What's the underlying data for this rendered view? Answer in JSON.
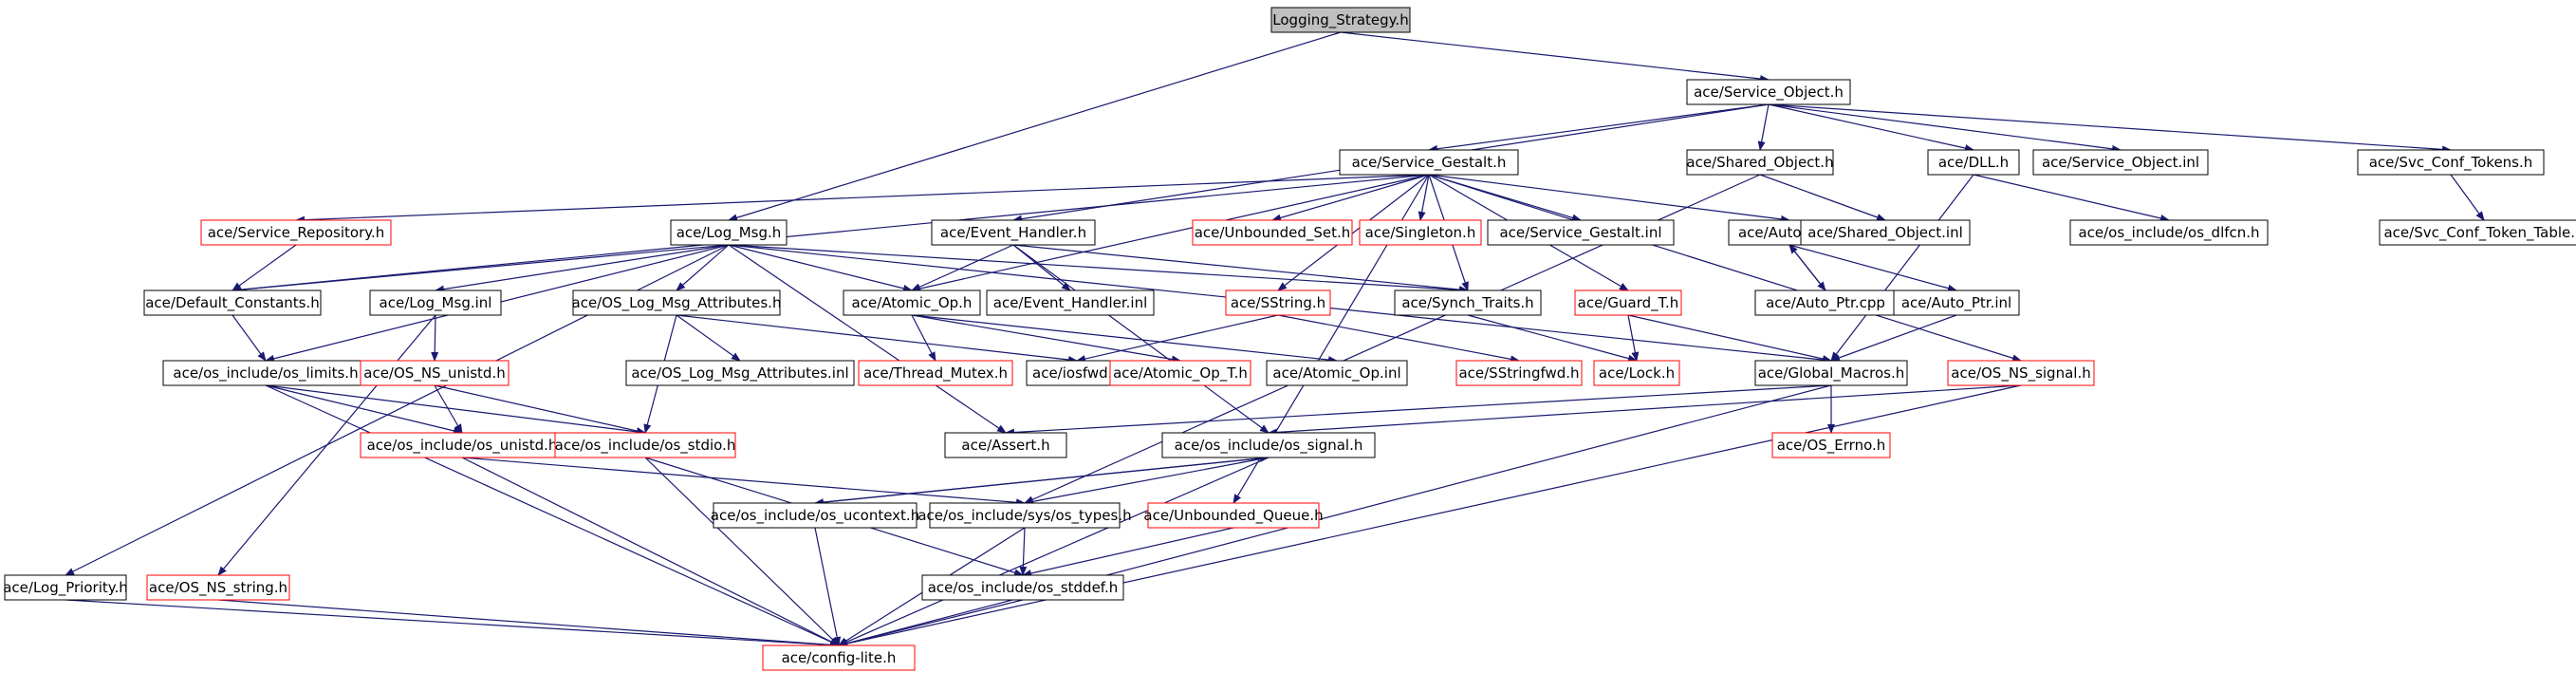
{
  "colors": {
    "edge": "#191970",
    "border_normal": "#000000",
    "border_missing": "#ff0000",
    "root_fill": "#bfbfbf",
    "node_fill": "#ffffff"
  },
  "nodes": [
    {
      "id": "logging_strategy",
      "label": "Logging_Strategy.h",
      "kind": "root"
    },
    {
      "id": "service_object",
      "label": "ace/Service_Object.h",
      "kind": "normal"
    },
    {
      "id": "service_gestalt",
      "label": "ace/Service_Gestalt.h",
      "kind": "normal"
    },
    {
      "id": "shared_object",
      "label": "ace/Shared_Object.h",
      "kind": "normal"
    },
    {
      "id": "dll",
      "label": "ace/DLL.h",
      "kind": "normal"
    },
    {
      "id": "service_object_inl",
      "label": "ace/Service_Object.inl",
      "kind": "normal"
    },
    {
      "id": "svc_conf_tokens",
      "label": "ace/Svc_Conf_Tokens.h",
      "kind": "normal"
    },
    {
      "id": "service_repository",
      "label": "ace/Service_Repository.h",
      "kind": "missing"
    },
    {
      "id": "log_msg",
      "label": "ace/Log_Msg.h",
      "kind": "normal"
    },
    {
      "id": "event_handler",
      "label": "ace/Event_Handler.h",
      "kind": "normal"
    },
    {
      "id": "unbounded_set",
      "label": "ace/Unbounded_Set.h",
      "kind": "missing"
    },
    {
      "id": "singleton",
      "label": "ace/Singleton.h",
      "kind": "missing"
    },
    {
      "id": "service_gestalt_inl",
      "label": "ace/Service_Gestalt.inl",
      "kind": "normal"
    },
    {
      "id": "auto_ptr",
      "label": "ace/Auto_Ptr.h",
      "kind": "normal"
    },
    {
      "id": "shared_object_inl",
      "label": "ace/Shared_Object.inl",
      "kind": "normal"
    },
    {
      "id": "os_dlfcn",
      "label": "ace/os_include/os_dlfcn.h",
      "kind": "normal"
    },
    {
      "id": "svc_conf_token_table",
      "label": "ace/Svc_Conf_Token_Table.h",
      "kind": "normal"
    },
    {
      "id": "default_constants",
      "label": "ace/Default_Constants.h",
      "kind": "normal"
    },
    {
      "id": "log_msg_inl",
      "label": "ace/Log_Msg.inl",
      "kind": "normal"
    },
    {
      "id": "os_log_msg_attributes",
      "label": "ace/OS_Log_Msg_Attributes.h",
      "kind": "normal"
    },
    {
      "id": "atomic_op",
      "label": "ace/Atomic_Op.h",
      "kind": "normal"
    },
    {
      "id": "event_handler_inl",
      "label": "ace/Event_Handler.inl",
      "kind": "normal"
    },
    {
      "id": "sstring",
      "label": "ace/SString.h",
      "kind": "missing"
    },
    {
      "id": "synch_traits",
      "label": "ace/Synch_Traits.h",
      "kind": "normal"
    },
    {
      "id": "guard_t",
      "label": "ace/Guard_T.h",
      "kind": "missing"
    },
    {
      "id": "auto_ptr_cpp",
      "label": "ace/Auto_Ptr.cpp",
      "kind": "normal"
    },
    {
      "id": "auto_ptr_inl",
      "label": "ace/Auto_Ptr.inl",
      "kind": "normal"
    },
    {
      "id": "os_limits",
      "label": "ace/os_include/os_limits.h",
      "kind": "normal"
    },
    {
      "id": "os_ns_unistd",
      "label": "ace/OS_NS_unistd.h",
      "kind": "missing"
    },
    {
      "id": "os_log_msg_attributes_inl",
      "label": "ace/OS_Log_Msg_Attributes.inl",
      "kind": "normal"
    },
    {
      "id": "thread_mutex",
      "label": "ace/Thread_Mutex.h",
      "kind": "missing"
    },
    {
      "id": "iosfwd",
      "label": "ace/iosfwd.h",
      "kind": "normal"
    },
    {
      "id": "atomic_op_t",
      "label": "ace/Atomic_Op_T.h",
      "kind": "missing"
    },
    {
      "id": "atomic_op_inl",
      "label": "ace/Atomic_Op.inl",
      "kind": "normal"
    },
    {
      "id": "sstringfwd",
      "label": "ace/SStringfwd.h",
      "kind": "missing"
    },
    {
      "id": "lock",
      "label": "ace/Lock.h",
      "kind": "missing"
    },
    {
      "id": "global_macros",
      "label": "ace/Global_Macros.h",
      "kind": "normal"
    },
    {
      "id": "os_ns_signal",
      "label": "ace/OS_NS_signal.h",
      "kind": "missing"
    },
    {
      "id": "os_unistd",
      "label": "ace/os_include/os_unistd.h",
      "kind": "missing"
    },
    {
      "id": "os_stdio",
      "label": "ace/os_include/os_stdio.h",
      "kind": "missing"
    },
    {
      "id": "assert",
      "label": "ace/Assert.h",
      "kind": "normal"
    },
    {
      "id": "os_signal",
      "label": "ace/os_include/os_signal.h",
      "kind": "normal"
    },
    {
      "id": "os_errno",
      "label": "ace/OS_Errno.h",
      "kind": "missing"
    },
    {
      "id": "os_ucontext",
      "label": "ace/os_include/os_ucontext.h",
      "kind": "normal"
    },
    {
      "id": "os_types",
      "label": "ace/os_include/sys/os_types.h",
      "kind": "normal"
    },
    {
      "id": "unbounded_queue",
      "label": "ace/Unbounded_Queue.h",
      "kind": "missing"
    },
    {
      "id": "log_priority",
      "label": "ace/Log_Priority.h",
      "kind": "normal"
    },
    {
      "id": "os_ns_string",
      "label": "ace/OS_NS_string.h",
      "kind": "missing"
    },
    {
      "id": "os_stddef",
      "label": "ace/os_include/os_stddef.h",
      "kind": "normal"
    },
    {
      "id": "config_lite",
      "label": "ace/config-lite.h",
      "kind": "missing"
    }
  ],
  "edges": [
    [
      "logging_strategy",
      "service_object"
    ],
    [
      "logging_strategy",
      "log_msg"
    ],
    [
      "service_object",
      "service_gestalt"
    ],
    [
      "service_object",
      "shared_object"
    ],
    [
      "service_object",
      "dll"
    ],
    [
      "service_object",
      "service_object_inl"
    ],
    [
      "service_object",
      "svc_conf_tokens"
    ],
    [
      "service_object",
      "event_handler"
    ],
    [
      "service_gestalt",
      "service_repository"
    ],
    [
      "service_gestalt",
      "default_constants"
    ],
    [
      "service_gestalt",
      "unbounded_set"
    ],
    [
      "service_gestalt",
      "singleton"
    ],
    [
      "service_gestalt",
      "service_gestalt_inl"
    ],
    [
      "service_gestalt",
      "auto_ptr"
    ],
    [
      "service_gestalt",
      "atomic_op"
    ],
    [
      "service_gestalt",
      "sstring"
    ],
    [
      "service_gestalt",
      "synch_traits"
    ],
    [
      "service_gestalt",
      "guard_t"
    ],
    [
      "service_gestalt",
      "os_ns_signal"
    ],
    [
      "service_gestalt",
      "unbounded_queue"
    ],
    [
      "shared_object",
      "shared_object_inl"
    ],
    [
      "shared_object",
      "os_types"
    ],
    [
      "dll",
      "os_dlfcn"
    ],
    [
      "dll",
      "global_macros"
    ],
    [
      "svc_conf_tokens",
      "svc_conf_token_table"
    ],
    [
      "service_repository",
      "default_constants"
    ],
    [
      "log_msg",
      "default_constants"
    ],
    [
      "log_msg",
      "log_msg_inl"
    ],
    [
      "log_msg",
      "os_log_msg_attributes"
    ],
    [
      "log_msg",
      "atomic_op"
    ],
    [
      "log_msg",
      "synch_traits"
    ],
    [
      "log_msg",
      "global_macros"
    ],
    [
      "log_msg",
      "os_limits"
    ],
    [
      "log_msg",
      "log_priority"
    ],
    [
      "log_msg",
      "assert"
    ],
    [
      "event_handler",
      "atomic_op"
    ],
    [
      "event_handler",
      "event_handler_inl"
    ],
    [
      "event_handler",
      "synch_traits"
    ],
    [
      "event_handler",
      "os_signal"
    ],
    [
      "default_constants",
      "os_limits"
    ],
    [
      "log_msg_inl",
      "os_ns_unistd"
    ],
    [
      "log_msg_inl",
      "os_ns_string"
    ],
    [
      "os_log_msg_attributes",
      "os_log_msg_attributes_inl"
    ],
    [
      "os_log_msg_attributes",
      "os_stdio"
    ],
    [
      "os_log_msg_attributes",
      "iosfwd"
    ],
    [
      "atomic_op",
      "thread_mutex"
    ],
    [
      "atomic_op",
      "atomic_op_t"
    ],
    [
      "atomic_op",
      "atomic_op_inl"
    ],
    [
      "sstring",
      "sstringfwd"
    ],
    [
      "sstring",
      "iosfwd"
    ],
    [
      "synch_traits",
      "lock"
    ],
    [
      "guard_t",
      "lock"
    ],
    [
      "guard_t",
      "global_macros"
    ],
    [
      "auto_ptr",
      "auto_ptr_cpp"
    ],
    [
      "auto_ptr",
      "auto_ptr_inl"
    ],
    [
      "auto_ptr_cpp",
      "auto_ptr"
    ],
    [
      "auto_ptr_inl",
      "global_macros"
    ],
    [
      "os_limits",
      "os_unistd"
    ],
    [
      "os_limits",
      "os_stdio"
    ],
    [
      "os_limits",
      "config_lite"
    ],
    [
      "os_ns_unistd",
      "os_unistd"
    ],
    [
      "os_ns_unistd",
      "os_stdio"
    ],
    [
      "global_macros",
      "assert"
    ],
    [
      "global_macros",
      "os_errno"
    ],
    [
      "global_macros",
      "config_lite"
    ],
    [
      "os_ns_signal",
      "os_signal"
    ],
    [
      "os_ns_signal",
      "config_lite"
    ],
    [
      "os_unistd",
      "os_types"
    ],
    [
      "os_unistd",
      "config_lite"
    ],
    [
      "os_stdio",
      "os_stddef"
    ],
    [
      "os_stdio",
      "config_lite"
    ],
    [
      "os_signal",
      "os_ucontext"
    ],
    [
      "os_signal",
      "os_types"
    ],
    [
      "os_signal",
      "config_lite"
    ],
    [
      "os_ucontext",
      "os_signal"
    ],
    [
      "os_ucontext",
      "config_lite"
    ],
    [
      "os_types",
      "os_stddef"
    ],
    [
      "os_types",
      "config_lite"
    ],
    [
      "unbounded_queue",
      "os_stddef"
    ],
    [
      "log_priority",
      "config_lite"
    ],
    [
      "os_ns_string",
      "config_lite"
    ],
    [
      "os_stddef",
      "config_lite"
    ]
  ]
}
